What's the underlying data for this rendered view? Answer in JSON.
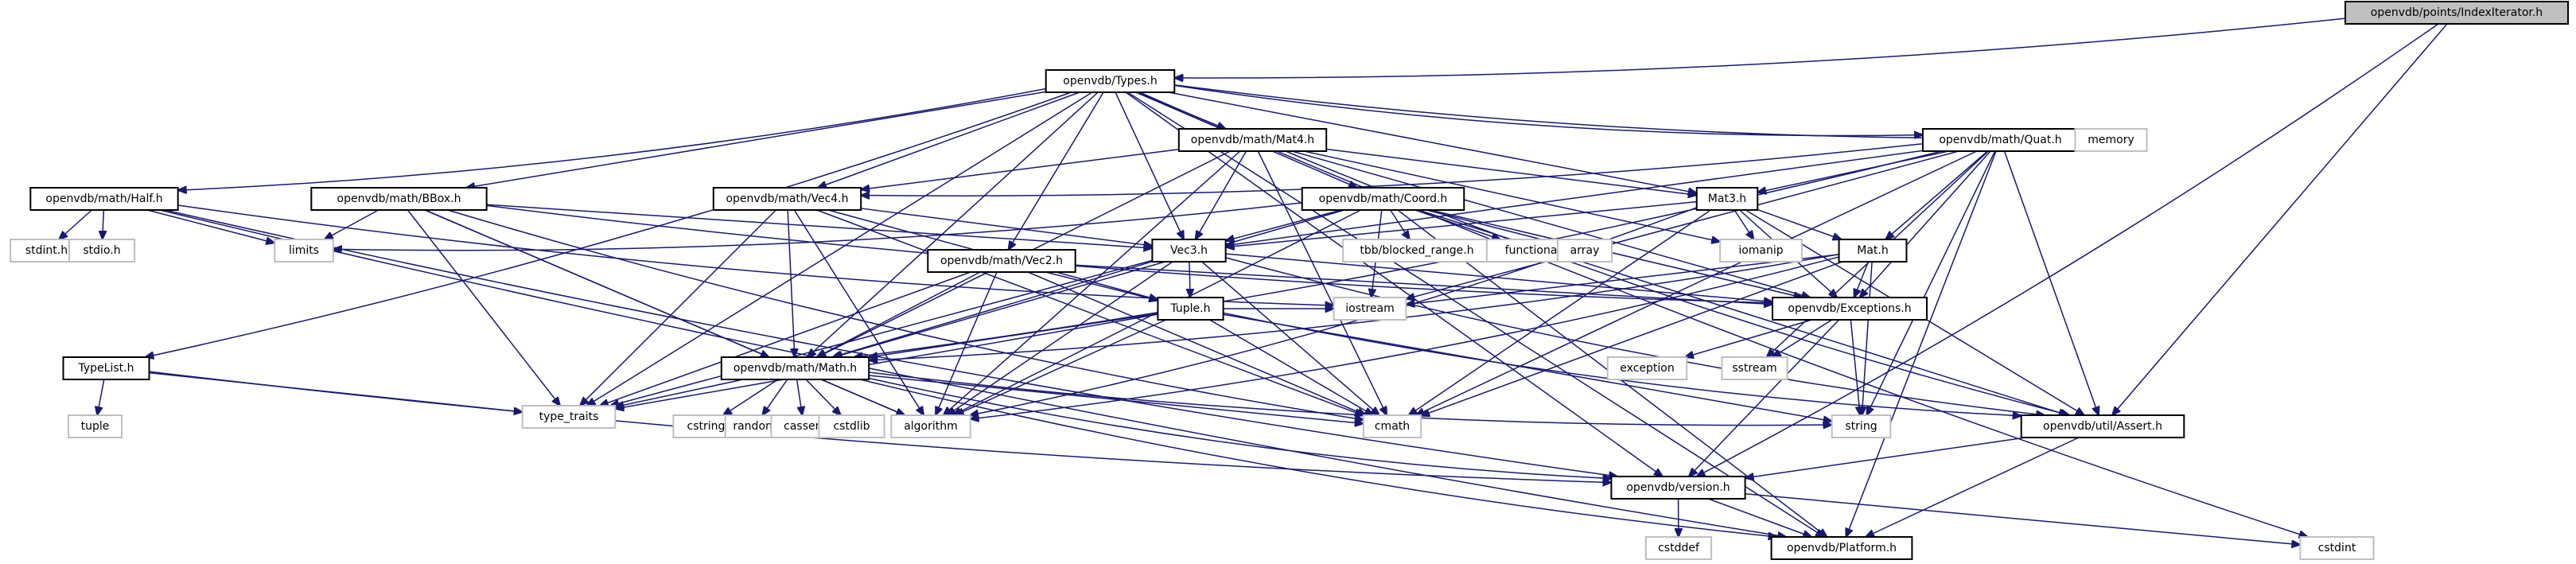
{
  "graph": {
    "title": "Include dependency graph for openvdb/points/IndexIterator.h",
    "edge_color": "#191970",
    "nodes": [
      {
        "id": "root",
        "label": "openvdb/points/IndexIterator.h",
        "kind": "root"
      },
      {
        "id": "types",
        "label": "openvdb/Types.h",
        "kind": "local"
      },
      {
        "id": "quat",
        "label": "openvdb/math/Quat.h",
        "kind": "local"
      },
      {
        "id": "memory",
        "label": "memory",
        "kind": "system"
      },
      {
        "id": "mat4",
        "label": "openvdb/math/Mat4.h",
        "kind": "local"
      },
      {
        "id": "half",
        "label": "openvdb/math/Half.h",
        "kind": "local"
      },
      {
        "id": "bbox",
        "label": "openvdb/math/BBox.h",
        "kind": "local"
      },
      {
        "id": "vec4",
        "label": "openvdb/math/Vec4.h",
        "kind": "local"
      },
      {
        "id": "coord",
        "label": "openvdb/math/Coord.h",
        "kind": "local"
      },
      {
        "id": "mat3",
        "label": "Mat3.h",
        "kind": "local"
      },
      {
        "id": "stdint_h",
        "label": "stdint.h",
        "kind": "system"
      },
      {
        "id": "stdio_h",
        "label": "stdio.h",
        "kind": "system"
      },
      {
        "id": "limits",
        "label": "limits",
        "kind": "system"
      },
      {
        "id": "vec2",
        "label": "openvdb/math/Vec2.h",
        "kind": "local"
      },
      {
        "id": "vec3",
        "label": "Vec3.h",
        "kind": "local"
      },
      {
        "id": "tbb",
        "label": "tbb/blocked_range.h",
        "kind": "system"
      },
      {
        "id": "functional",
        "label": "functional",
        "kind": "system"
      },
      {
        "id": "array",
        "label": "array",
        "kind": "system"
      },
      {
        "id": "iomanip",
        "label": "iomanip",
        "kind": "system"
      },
      {
        "id": "mat",
        "label": "Mat.h",
        "kind": "local"
      },
      {
        "id": "tuple_h",
        "label": "Tuple.h",
        "kind": "local"
      },
      {
        "id": "iostream",
        "label": "iostream",
        "kind": "system"
      },
      {
        "id": "exceptions",
        "label": "openvdb/Exceptions.h",
        "kind": "local"
      },
      {
        "id": "typelist",
        "label": "TypeList.h",
        "kind": "local"
      },
      {
        "id": "math",
        "label": "openvdb/math/Math.h",
        "kind": "local"
      },
      {
        "id": "exception",
        "label": "exception",
        "kind": "system"
      },
      {
        "id": "sstream",
        "label": "sstream",
        "kind": "system"
      },
      {
        "id": "tuple",
        "label": "tuple",
        "kind": "system"
      },
      {
        "id": "type_traits",
        "label": "type_traits",
        "kind": "system"
      },
      {
        "id": "cstring",
        "label": "cstring",
        "kind": "system"
      },
      {
        "id": "random",
        "label": "random",
        "kind": "system"
      },
      {
        "id": "cassert",
        "label": "cassert",
        "kind": "system"
      },
      {
        "id": "cstdlib",
        "label": "cstdlib",
        "kind": "system"
      },
      {
        "id": "algorithm",
        "label": "algorithm",
        "kind": "system"
      },
      {
        "id": "cmath",
        "label": "cmath",
        "kind": "system"
      },
      {
        "id": "string",
        "label": "string",
        "kind": "system"
      },
      {
        "id": "assert",
        "label": "openvdb/util/Assert.h",
        "kind": "local"
      },
      {
        "id": "version",
        "label": "openvdb/version.h",
        "kind": "local"
      },
      {
        "id": "cstddef",
        "label": "cstddef",
        "kind": "system"
      },
      {
        "id": "platform",
        "label": "openvdb/Platform.h",
        "kind": "local"
      },
      {
        "id": "cstdint",
        "label": "cstdint",
        "kind": "system"
      }
    ],
    "edges": [
      [
        "root",
        "types"
      ],
      [
        "root",
        "assert"
      ],
      [
        "root",
        "version"
      ],
      [
        "types",
        "quat"
      ],
      [
        "types",
        "memory"
      ],
      [
        "types",
        "mat4"
      ],
      [
        "types",
        "half"
      ],
      [
        "types",
        "bbox"
      ],
      [
        "types",
        "vec4"
      ],
      [
        "types",
        "coord"
      ],
      [
        "types",
        "mat3"
      ],
      [
        "types",
        "vec2"
      ],
      [
        "types",
        "vec3"
      ],
      [
        "types",
        "typelist"
      ],
      [
        "types",
        "math"
      ],
      [
        "types",
        "type_traits"
      ],
      [
        "types",
        "version"
      ],
      [
        "types",
        "platform"
      ],
      [
        "types",
        "cstdint"
      ],
      [
        "quat",
        "mat3"
      ],
      [
        "quat",
        "mat"
      ],
      [
        "quat",
        "vec3"
      ],
      [
        "quat",
        "vec4"
      ],
      [
        "quat",
        "math"
      ],
      [
        "quat",
        "exceptions"
      ],
      [
        "quat",
        "iostream"
      ],
      [
        "quat",
        "sstream"
      ],
      [
        "quat",
        "string"
      ],
      [
        "quat",
        "cmath"
      ],
      [
        "quat",
        "assert"
      ],
      [
        "quat",
        "platform"
      ],
      [
        "mat4",
        "vec4"
      ],
      [
        "mat4",
        "vec3"
      ],
      [
        "mat4",
        "mat3"
      ],
      [
        "mat4",
        "math"
      ],
      [
        "mat4",
        "exceptions"
      ],
      [
        "mat4",
        "iomanip"
      ],
      [
        "mat4",
        "algorithm"
      ],
      [
        "mat4",
        "cmath"
      ],
      [
        "mat4",
        "assert"
      ],
      [
        "half",
        "limits"
      ],
      [
        "half",
        "stdint_h"
      ],
      [
        "half",
        "stdio_h"
      ],
      [
        "half",
        "iostream"
      ],
      [
        "half",
        "version"
      ],
      [
        "half",
        "platform"
      ],
      [
        "bbox",
        "limits"
      ],
      [
        "bbox",
        "vec3"
      ],
      [
        "bbox",
        "math"
      ],
      [
        "bbox",
        "algorithm"
      ],
      [
        "bbox",
        "type_traits"
      ],
      [
        "bbox",
        "cmath"
      ],
      [
        "bbox",
        "exceptions"
      ],
      [
        "vec4",
        "vec3"
      ],
      [
        "vec4",
        "tuple_h"
      ],
      [
        "vec4",
        "math"
      ],
      [
        "vec4",
        "type_traits"
      ],
      [
        "vec4",
        "algorithm"
      ],
      [
        "vec4",
        "cmath"
      ],
      [
        "coord",
        "vec3"
      ],
      [
        "coord",
        "tbb"
      ],
      [
        "coord",
        "functional"
      ],
      [
        "coord",
        "array"
      ],
      [
        "coord",
        "limits"
      ],
      [
        "coord",
        "iostream"
      ],
      [
        "coord",
        "math"
      ],
      [
        "coord",
        "exceptions"
      ],
      [
        "coord",
        "algorithm"
      ],
      [
        "coord",
        "platform"
      ],
      [
        "coord",
        "assert"
      ],
      [
        "mat3",
        "vec3"
      ],
      [
        "mat3",
        "mat"
      ],
      [
        "mat3",
        "iomanip"
      ],
      [
        "mat3",
        "exceptions"
      ],
      [
        "mat3",
        "algorithm"
      ],
      [
        "mat3",
        "cmath"
      ],
      [
        "mat3",
        "assert"
      ],
      [
        "vec2",
        "tuple_h"
      ],
      [
        "vec2",
        "math"
      ],
      [
        "vec2",
        "type_traits"
      ],
      [
        "vec2",
        "algorithm"
      ],
      [
        "vec2",
        "cmath"
      ],
      [
        "vec2",
        "exceptions"
      ],
      [
        "vec3",
        "tuple_h"
      ],
      [
        "vec3",
        "math"
      ],
      [
        "vec3",
        "type_traits"
      ],
      [
        "vec3",
        "algorithm"
      ],
      [
        "vec3",
        "cmath"
      ],
      [
        "vec3",
        "exceptions"
      ],
      [
        "vec3",
        "assert"
      ],
      [
        "mat",
        "math"
      ],
      [
        "mat",
        "exceptions"
      ],
      [
        "mat",
        "iostream"
      ],
      [
        "mat",
        "string"
      ],
      [
        "mat",
        "algorithm"
      ],
      [
        "mat",
        "cmath"
      ],
      [
        "tuple_h",
        "math"
      ],
      [
        "tuple_h",
        "type_traits"
      ],
      [
        "tuple_h",
        "iostream"
      ],
      [
        "tuple_h",
        "string"
      ],
      [
        "tuple_h",
        "algorithm"
      ],
      [
        "tuple_h",
        "cmath"
      ],
      [
        "tuple_h",
        "assert"
      ],
      [
        "exceptions",
        "exception"
      ],
      [
        "exceptions",
        "sstream"
      ],
      [
        "exceptions",
        "string"
      ],
      [
        "exceptions",
        "version"
      ],
      [
        "typelist",
        "tuple"
      ],
      [
        "typelist",
        "type_traits"
      ],
      [
        "typelist",
        "version"
      ],
      [
        "math",
        "cstring"
      ],
      [
        "math",
        "random"
      ],
      [
        "math",
        "cassert"
      ],
      [
        "math",
        "cstdlib"
      ],
      [
        "math",
        "algorithm"
      ],
      [
        "math",
        "cmath"
      ],
      [
        "math",
        "string"
      ],
      [
        "math",
        "type_traits"
      ],
      [
        "math",
        "version"
      ],
      [
        "math",
        "platform"
      ],
      [
        "assert",
        "version"
      ],
      [
        "assert",
        "platform"
      ],
      [
        "version",
        "cstddef"
      ],
      [
        "version",
        "platform"
      ],
      [
        "version",
        "cstdint"
      ]
    ]
  }
}
